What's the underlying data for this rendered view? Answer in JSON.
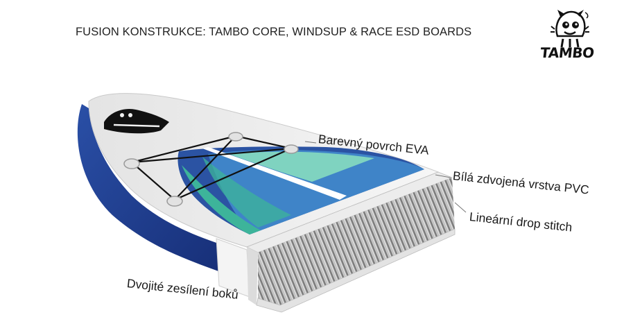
{
  "header": {
    "title": "FUSION KONSTRUKCE:  TAMBO CORE, WINDSUP & RACE ESD BOARDS"
  },
  "logo": {
    "text": "TAMBO"
  },
  "diagram": {
    "labels": {
      "deck_pad": "Barevný povrch EVA",
      "pvc_layer": "Bílá zdvojená vrstva PVC",
      "drop_stitch": "Lineární drop stitch",
      "rail": "Dvojité zesílení boků"
    }
  },
  "colors": {
    "rail_blue": "#1f3f93",
    "deck_white": "#f1f1f1",
    "pad_dark_blue": "#2b53a3",
    "pad_mid_blue": "#3f84c8",
    "pad_teal": "#3db49a",
    "pad_light_teal": "#7fd3c0",
    "stitch_grey": "#8c8c8c"
  }
}
